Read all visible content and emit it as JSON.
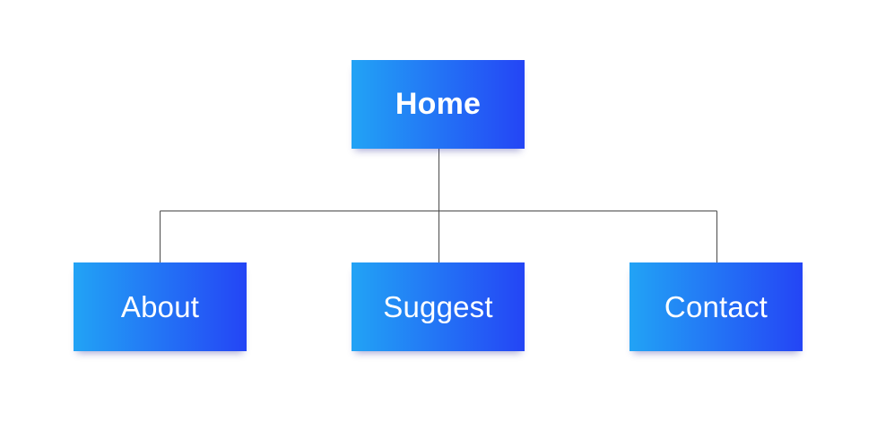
{
  "sitemap": {
    "root": {
      "label": "Home"
    },
    "children": [
      {
        "label": "About"
      },
      {
        "label": "Suggest"
      },
      {
        "label": "Contact"
      }
    ]
  },
  "colors": {
    "gradient_start": "#22a3f5",
    "gradient_end": "#2445f5",
    "connector": "#4a4a4a",
    "text": "#ffffff"
  }
}
